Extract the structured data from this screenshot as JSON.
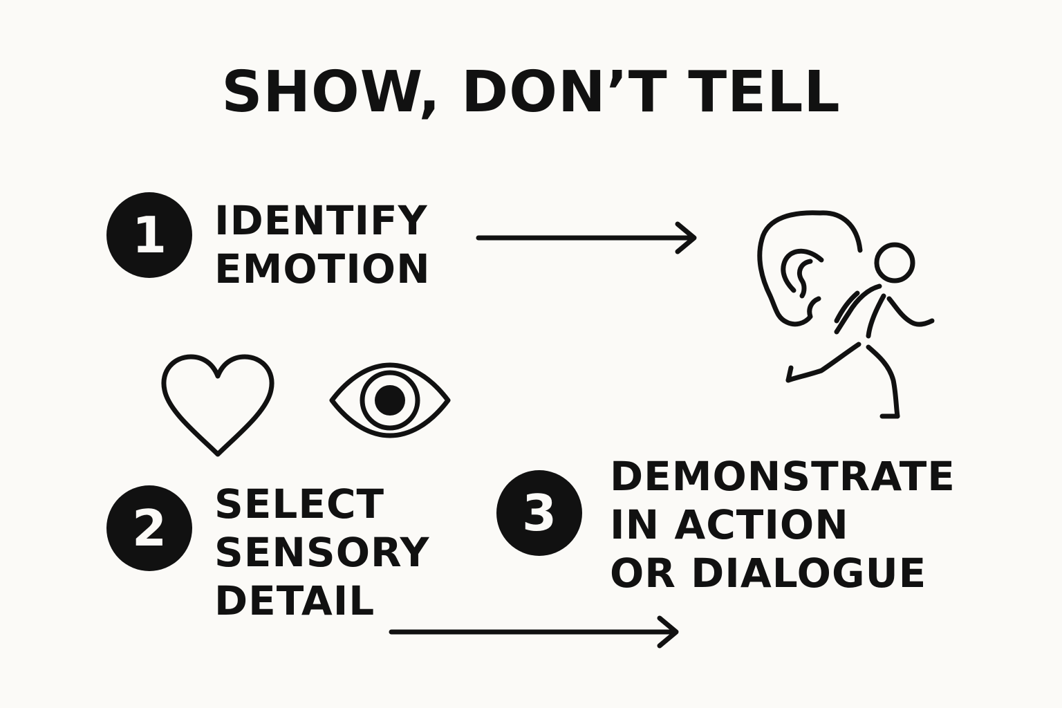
{
  "title": "SHOW, DON’T TELL",
  "steps": [
    {
      "number": "1",
      "lines": [
        "IDENTIFY",
        "EMOTION"
      ]
    },
    {
      "number": "2",
      "lines": [
        "SELECT",
        "SENSORY",
        "DETAIL"
      ]
    },
    {
      "number": "3",
      "lines": [
        "DEMONSTRATE",
        "IN ACTION",
        "OR DIALOGUE"
      ]
    }
  ],
  "icons": [
    "heart-icon",
    "eye-icon",
    "running-figure-icon",
    "arrow-right-icon"
  ],
  "colors": {
    "ink": "#111111",
    "background": "#fbfaf7"
  }
}
